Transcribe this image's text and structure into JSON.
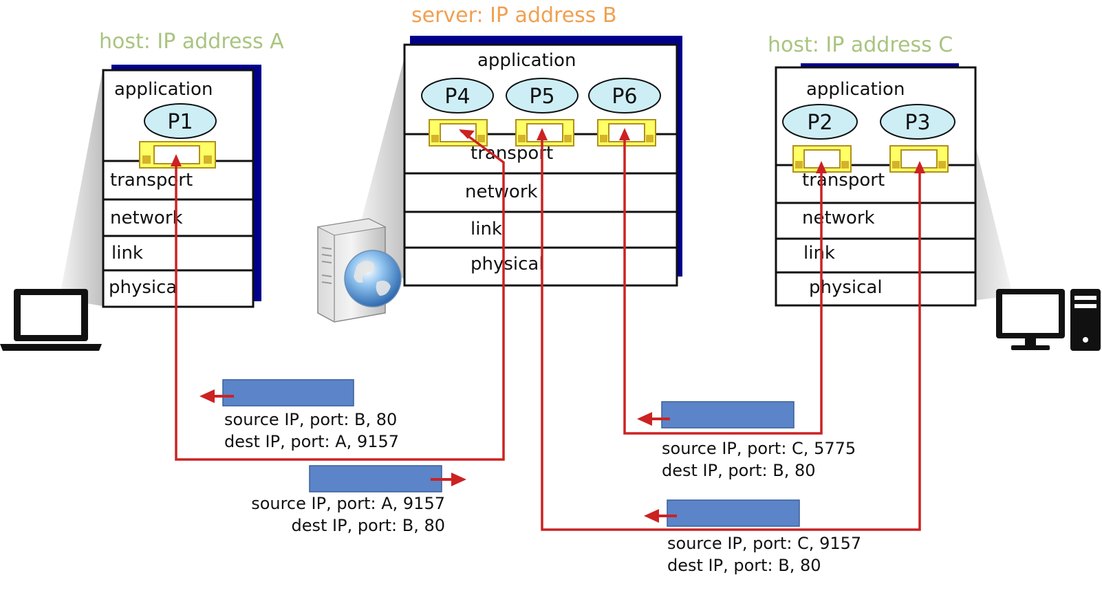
{
  "colors": {
    "host_title": "#a9c47f",
    "server_title": "#f0a050",
    "stack_shadow": "#00008b",
    "process_fill": "#cdeef5",
    "socket_fill": "#ffff66",
    "socket_port": "#d4b32a",
    "segment_fill": "#5b85c8",
    "arrow": "#cc2222"
  },
  "hosts": {
    "a": {
      "title": "host: IP address A",
      "layers": [
        "application",
        "transport",
        "network",
        "link",
        "physica"
      ],
      "processes": [
        "P1"
      ],
      "device": "laptop-icon"
    },
    "server": {
      "title": "server: IP address B",
      "layers": [
        "application",
        "transport",
        "network",
        "link",
        "physical"
      ],
      "processes": [
        "P4",
        "P5",
        "P6"
      ],
      "device": "server-globe-icon"
    },
    "c": {
      "title": "host: IP address C",
      "layers": [
        "application",
        "transport",
        "network",
        "link",
        "physical"
      ],
      "processes": [
        "P2",
        "P3"
      ],
      "device": "desktop-computer-icon"
    }
  },
  "segments": [
    {
      "source": "source IP, port: B, 80",
      "dest": "dest IP, port: A, 9157"
    },
    {
      "source": "source IP, port: A, 9157",
      "dest": "dest IP, port: B, 80"
    },
    {
      "source": "source IP, port: C, 5775",
      "dest": "dest IP, port: B, 80"
    },
    {
      "source": "source IP, port: C, 9157",
      "dest": "dest IP, port: B, 80"
    }
  ]
}
